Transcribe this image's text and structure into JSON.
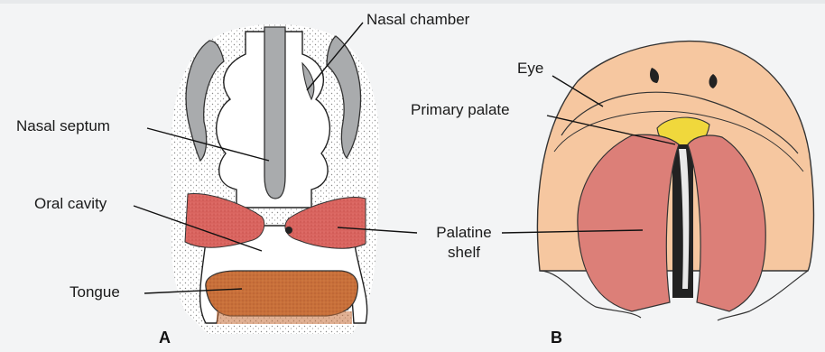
{
  "panel_a": {
    "letter": "A",
    "labels": {
      "nasal_chamber": "Nasal chamber",
      "nasal_septum": "Nasal septum",
      "oral_cavity": "Oral cavity",
      "tongue": "Tongue"
    }
  },
  "panel_b": {
    "letter": "B",
    "labels": {
      "eye": "Eye",
      "primary_palate": "Primary palate",
      "palatine_shelf_line1": "Palatine",
      "palatine_shelf_line2": "shelf"
    }
  },
  "colors": {
    "background": "#f3f4f5",
    "gray_tissue": "#a9abad",
    "palatine_shelf_red": "#d9645f",
    "tongue_brown": "#c8703a",
    "face_skin": "#f6c7a0",
    "primary_palate_yellow": "#f0d83c",
    "shelf_pink": "#dc7f78"
  }
}
